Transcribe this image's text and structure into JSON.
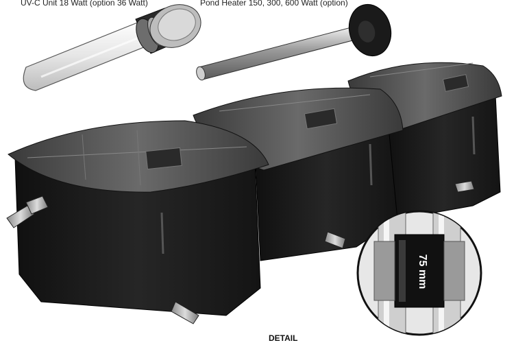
{
  "captions": {
    "uv_unit": "UV-C Unit 18 Watt (option 36 Watt)",
    "pond_heater": "Pond Heater 150, 300, 600 Watt (option)"
  },
  "detail": {
    "label": "DETAIL",
    "dimension": "75 mm"
  },
  "colors": {
    "filter_body": "#1b1b1b",
    "filter_lid": "#2a2a2a",
    "glass": "#eeeeee",
    "steel": "#bdbdbd"
  }
}
